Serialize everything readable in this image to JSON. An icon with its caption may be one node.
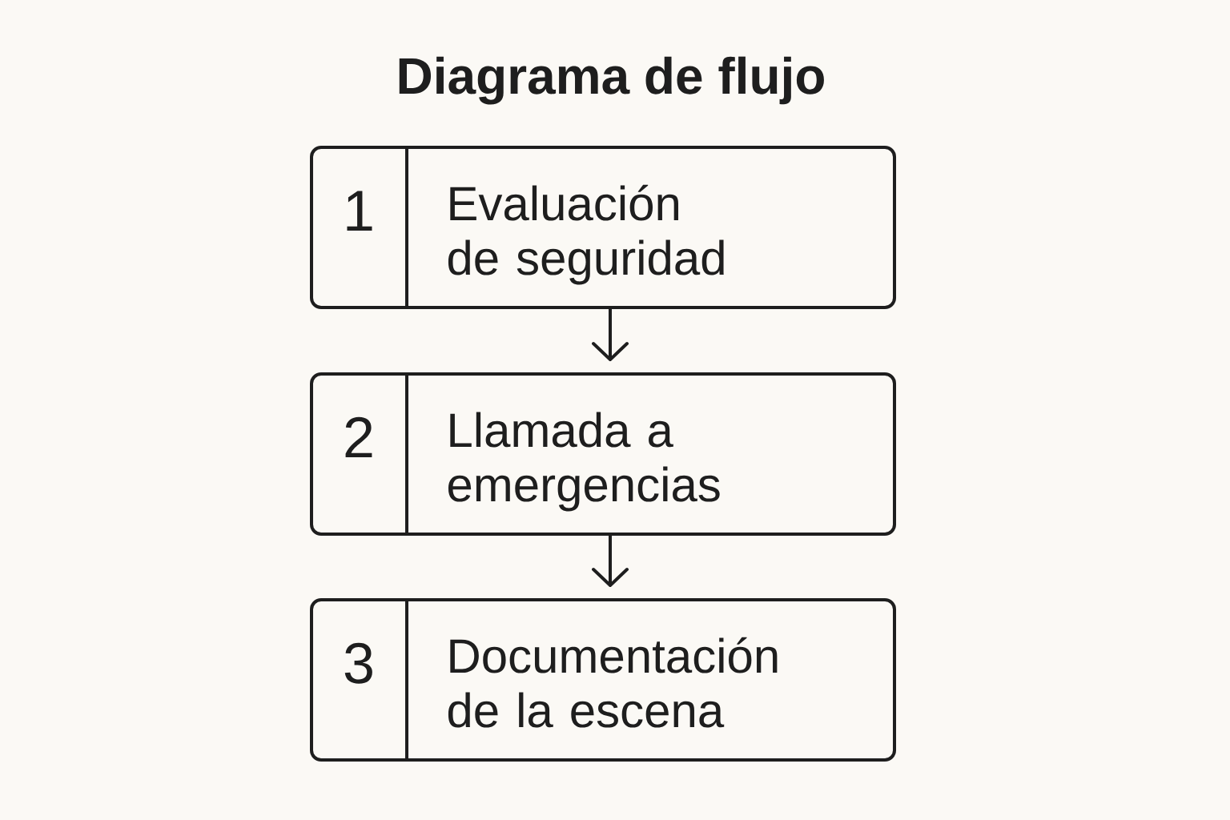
{
  "diagram": {
    "title": "Diagrama de flujo",
    "nodes": [
      {
        "text": [
          "1",
          "Evaluación de seguridad"
        ]
      },
      {
        "text": [
          "2",
          "Llamada a emergencias"
        ]
      },
      {
        "text": [
          "3",
          "Documentación de la escena"
        ]
      }
    ],
    "edges": [
      {
        "from": 0,
        "to": 1,
        "arrow": "to"
      },
      {
        "from": 1,
        "to": 2,
        "arrow": "to"
      }
    ]
  }
}
